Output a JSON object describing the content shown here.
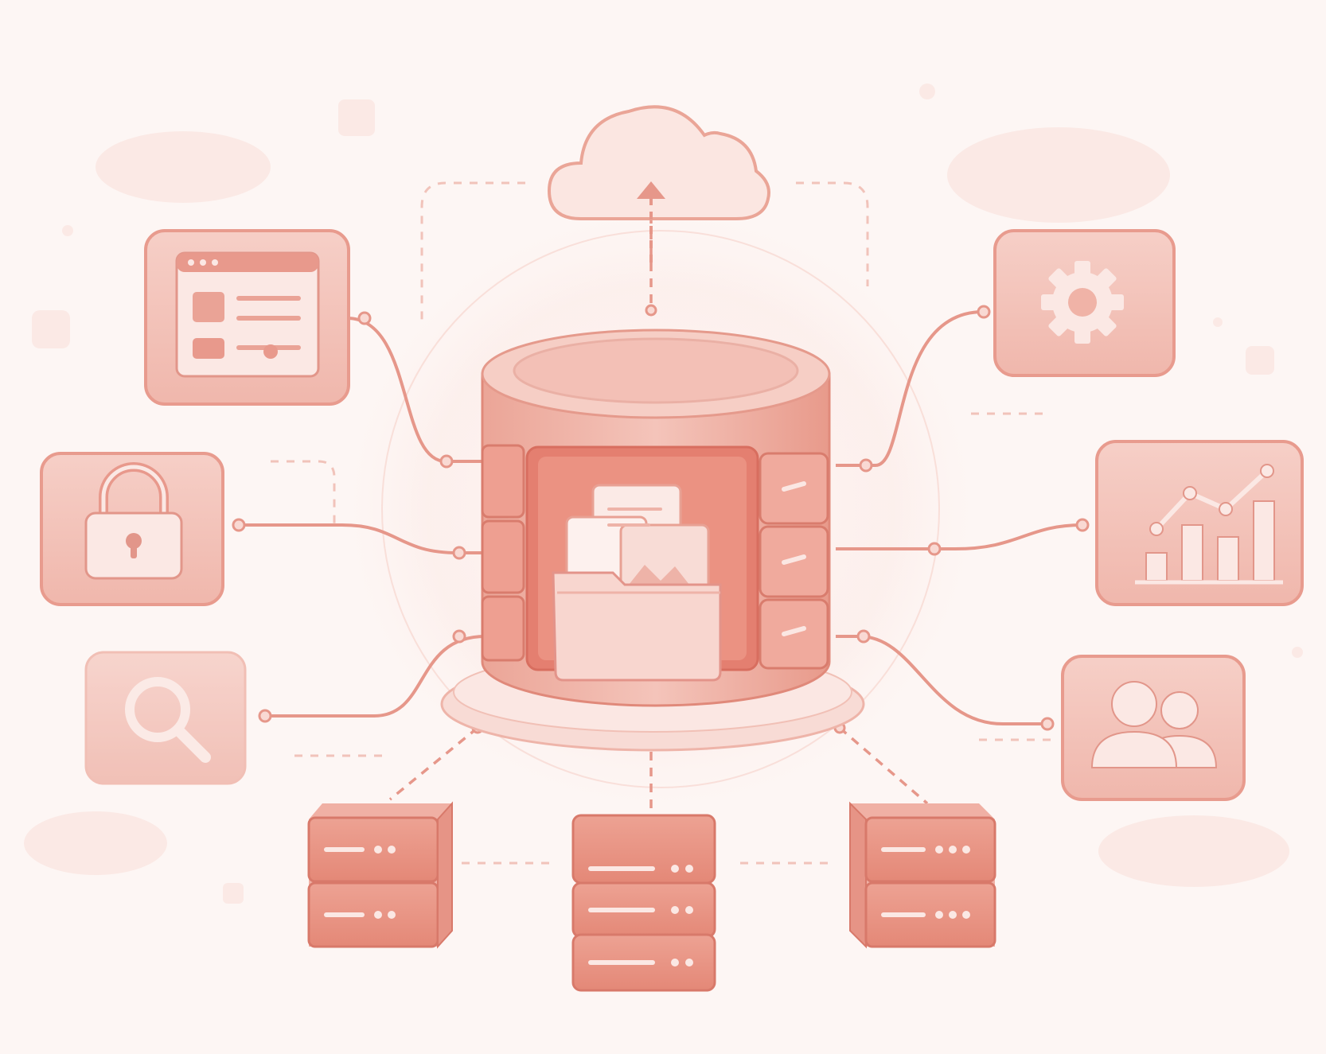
{
  "palette": {
    "background": "#fdf6f4",
    "tile_fill": "#f3c2b9",
    "tile_stroke": "#e79a8d",
    "accent": "#e4786a",
    "accent_dark": "#d86456",
    "light": "#fbe7e2",
    "glyph": "#fbecea"
  },
  "hub": {
    "icon": "database-cylinder-icon",
    "content_icon": "folder-with-documents-icon"
  },
  "cloud": {
    "icon": "cloud-upload-icon"
  },
  "left_nodes": [
    {
      "icon": "browser-window-icon"
    },
    {
      "icon": "padlock-icon"
    },
    {
      "icon": "magnifier-icon"
    }
  ],
  "right_nodes": [
    {
      "icon": "gear-icon"
    },
    {
      "icon": "bar-chart-trend-icon"
    },
    {
      "icon": "users-icon"
    }
  ],
  "servers": [
    {
      "icon": "server-rack-icon",
      "units": 2
    },
    {
      "icon": "server-rack-icon",
      "units": 3
    },
    {
      "icon": "server-rack-icon",
      "units": 2
    }
  ]
}
